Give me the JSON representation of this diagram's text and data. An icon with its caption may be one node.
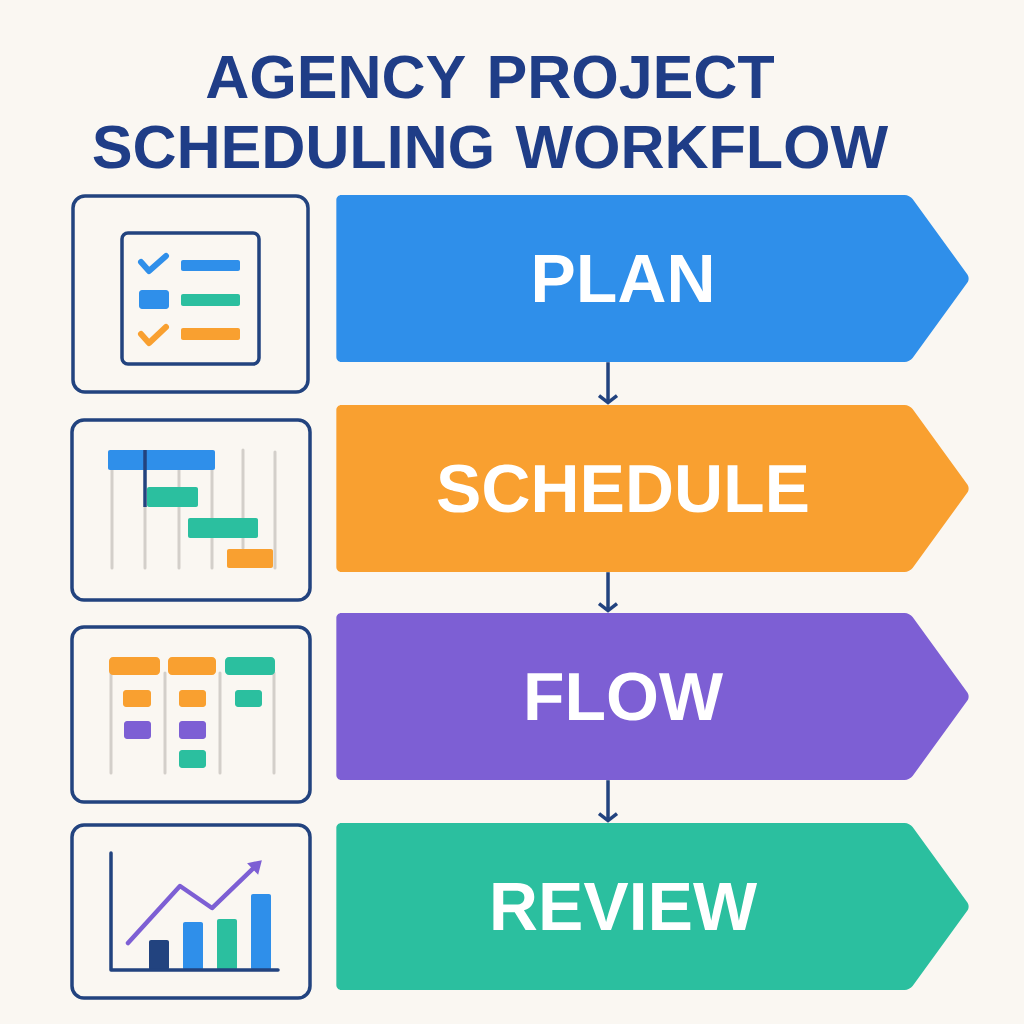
{
  "diagram": {
    "title": "AGENCY PROJECT SCHEDULING WORKFLOW",
    "nodes": [
      {
        "text": [
          "PLAN"
        ]
      },
      {
        "text": [
          "SCHEDULE"
        ]
      },
      {
        "text": [
          "FLOW"
        ]
      },
      {
        "text": [
          "REVIEW"
        ]
      }
    ],
    "edges": [
      {
        "from": 0,
        "to": 1,
        "arrow": "to"
      },
      {
        "from": 1,
        "to": 2,
        "arrow": "to"
      },
      {
        "from": 2,
        "to": 3,
        "arrow": "to"
      }
    ]
  }
}
